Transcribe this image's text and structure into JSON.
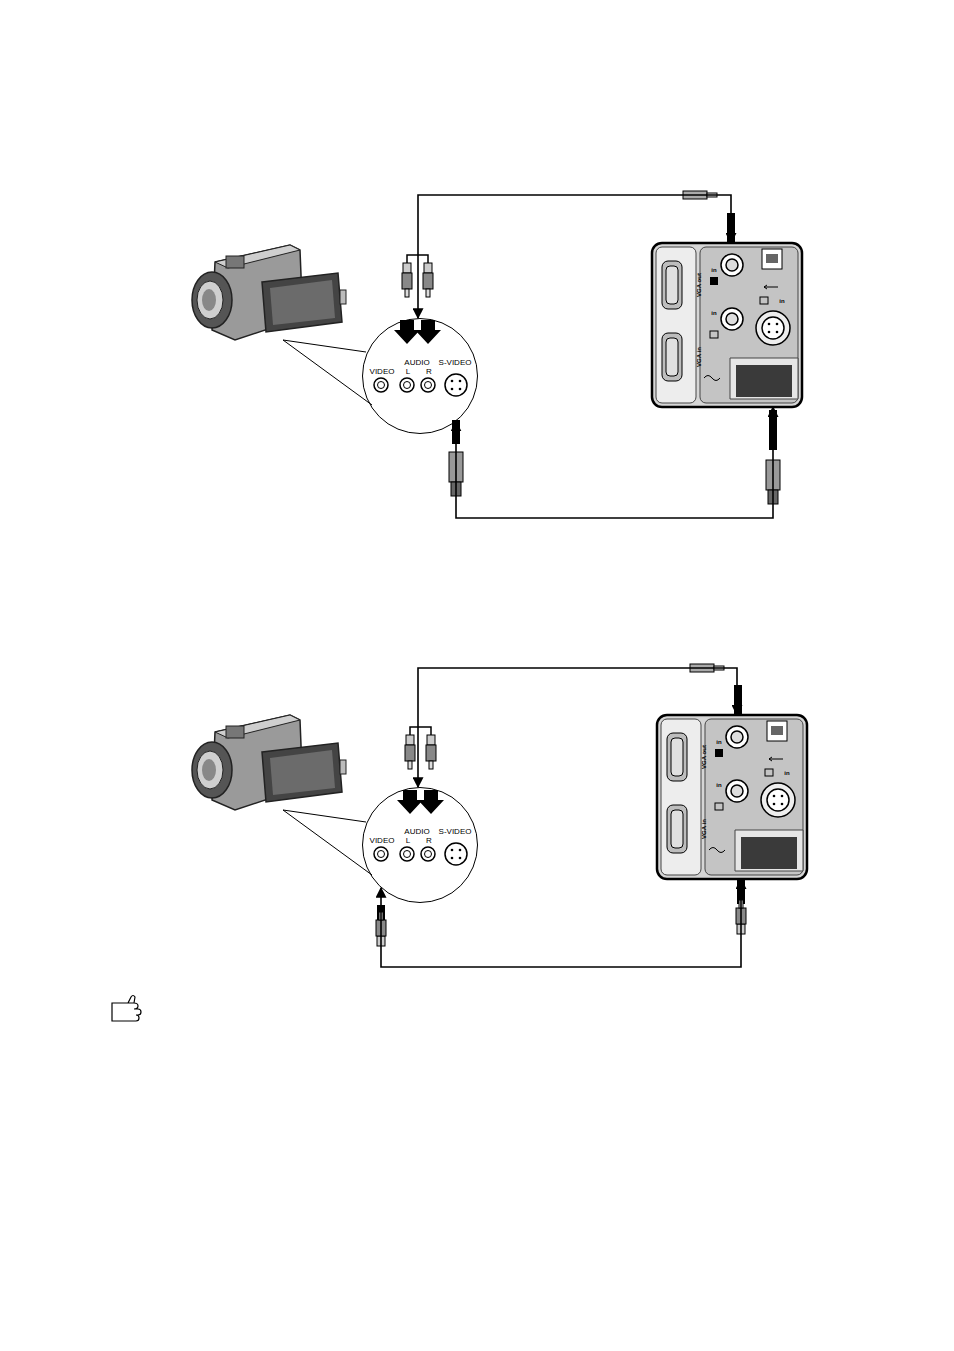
{
  "diagram": {
    "nodes": [
      {
        "text": [
          "AUDIO",
          "L",
          "R",
          "VIDEO",
          "S-VIDEO"
        ]
      },
      {
        "text": [
          "VGA out",
          "VGA in",
          "in",
          "in",
          "in"
        ]
      },
      {
        "text": [
          "AUDIO",
          "L",
          "R",
          "VIDEO",
          "S-VIDEO"
        ]
      },
      {
        "text": [
          "VGA out",
          "VGA in",
          "in",
          "in",
          "in"
        ]
      }
    ],
    "edges": [
      {
        "from": 0,
        "to": 1,
        "arrow": "both"
      },
      {
        "from": 0,
        "to": 1,
        "arrow": "both"
      },
      {
        "from": 2,
        "to": 3,
        "arrow": "both"
      },
      {
        "from": 2,
        "to": 3,
        "arrow": "both"
      }
    ]
  }
}
